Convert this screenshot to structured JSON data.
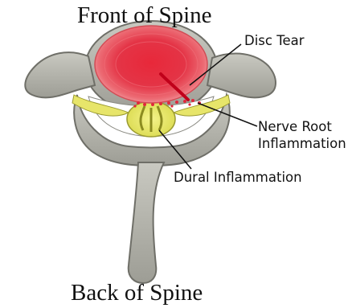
{
  "diagram": {
    "top_title": "Front of Spine",
    "bottom_title": "Back of Spine",
    "labels": {
      "disc_tear": "Disc Tear",
      "nerve_root_line1": "Nerve Root",
      "nerve_root_line2": "Inflammation",
      "dural": "Dural Inflammation"
    }
  }
}
